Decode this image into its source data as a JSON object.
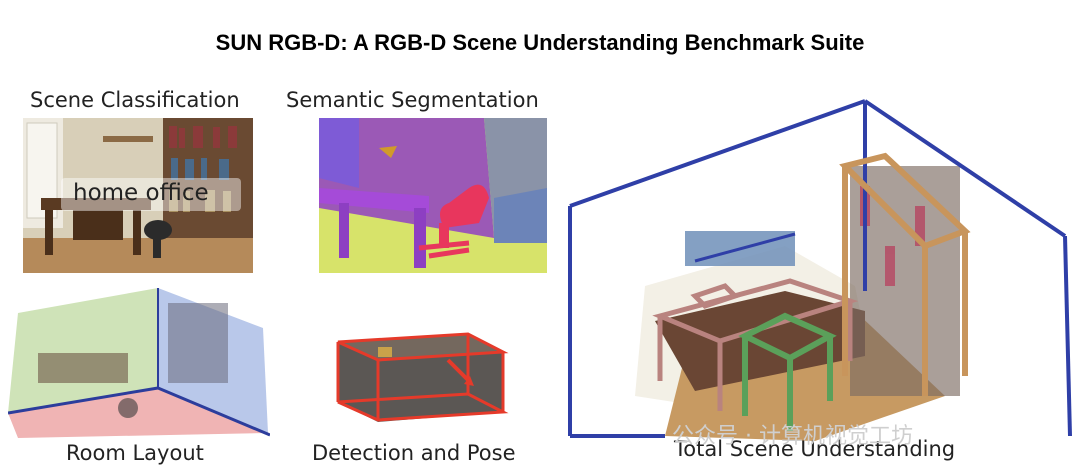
{
  "title": "SUN RGB-D: A RGB-D Scene Understanding Benchmark Suite",
  "tasks": {
    "scene_classification": {
      "label": "Scene Classification",
      "overlay": "home office"
    },
    "semantic_segmentation": {
      "label": "Semantic Segmentation"
    },
    "room_layout": {
      "label": "Room Layout"
    },
    "detection_pose": {
      "label": "Detection and Pose"
    },
    "total_scene": {
      "label": "Total Scene Understanding"
    }
  },
  "watermark": "公众号 · 计算机视觉工坊"
}
